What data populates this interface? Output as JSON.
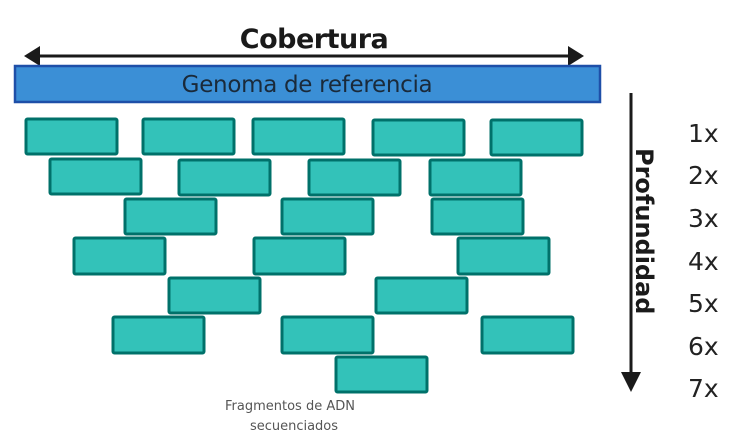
{
  "diagram": {
    "coverage_label": "Cobertura",
    "reference_label": "Genoma de referencia",
    "depth_axis_label": "Profundidad",
    "caption_line1": "Fragmentos de ADN",
    "caption_line2": "secuenciados",
    "depth_levels": [
      "1x",
      "2x",
      "3x",
      "4x",
      "5x",
      "6x",
      "7x"
    ],
    "colors": {
      "reference_fill": "#3b8fd6",
      "reference_stroke": "#1e4fa8",
      "fragment_fill": "#33c2b9",
      "fragment_stroke": "#00716a",
      "arrow": "#1a1a1a"
    },
    "fragments_per_depth_row": [
      5,
      4,
      3,
      3,
      2,
      3,
      1
    ]
  }
}
